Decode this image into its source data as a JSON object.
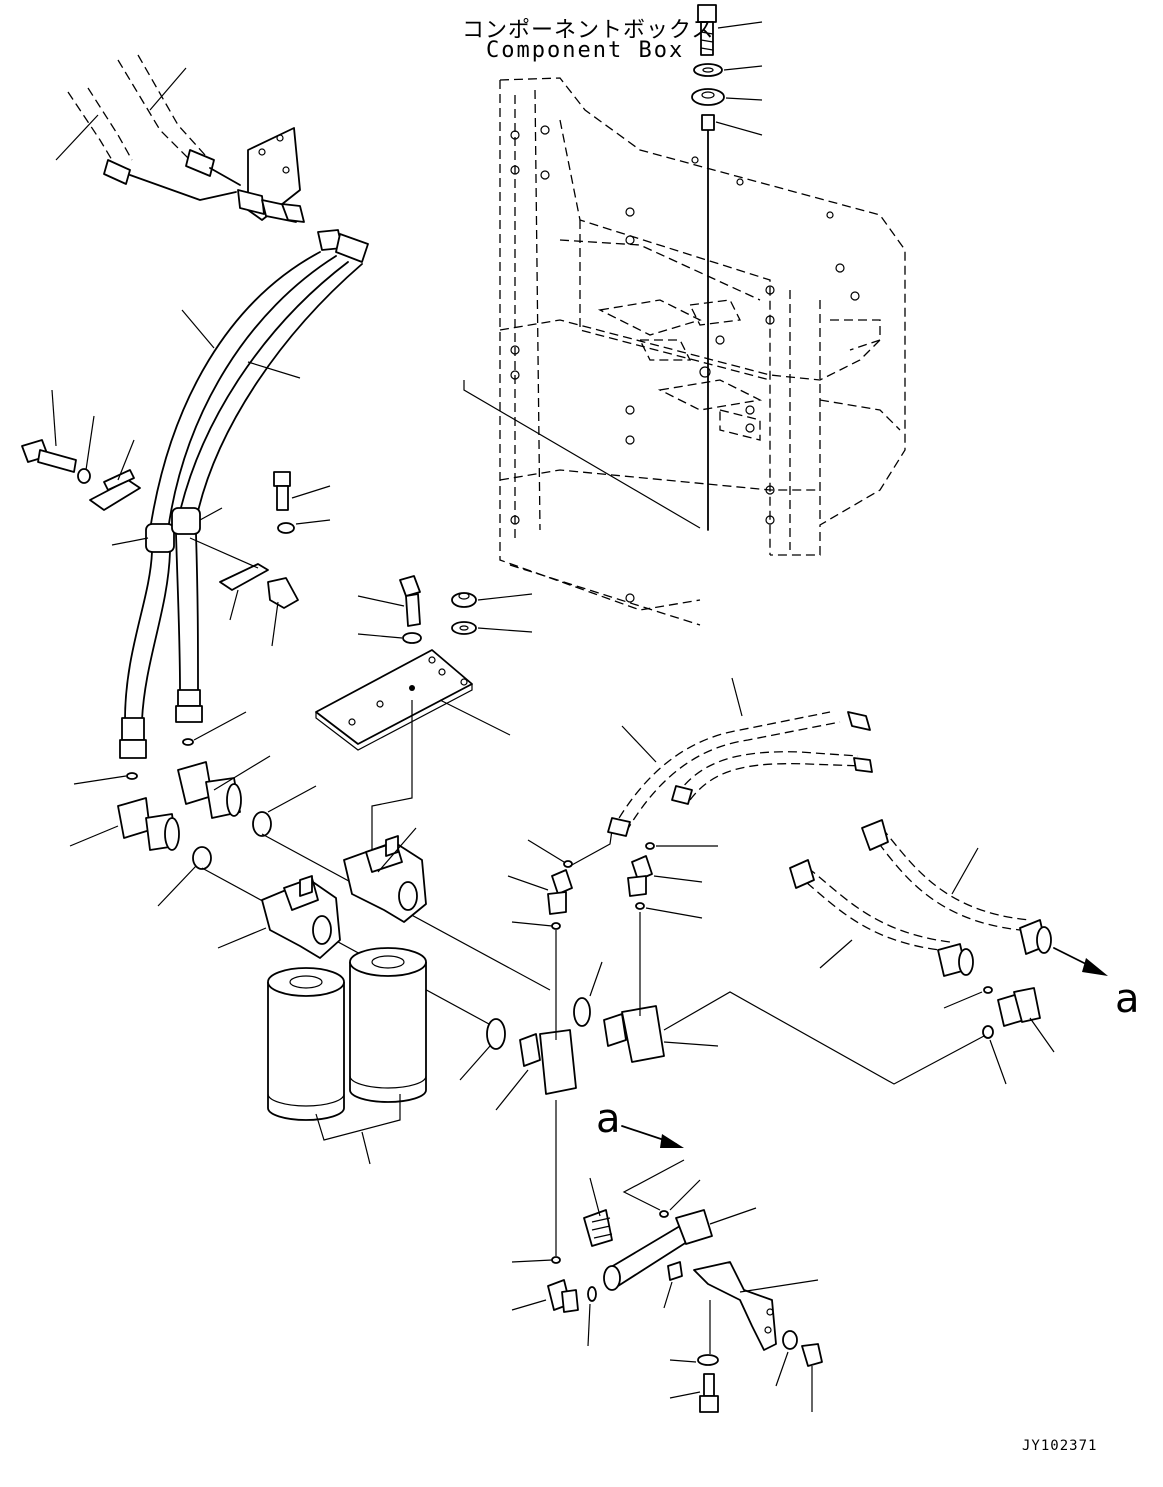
{
  "diagram": {
    "title_jp": "コンポーネントボックス",
    "title_en": "Component Box",
    "ref_mark_1": "a",
    "ref_mark_2": "a",
    "drawing_code": "JY102371"
  },
  "colors": {
    "line": "#000000",
    "background": "#ffffff"
  }
}
